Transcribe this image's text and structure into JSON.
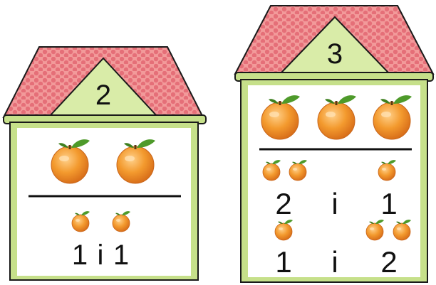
{
  "colors": {
    "roof": "#f29a9a",
    "roof_dots": "#e56f78",
    "wall_frame": "#c6e08a",
    "gable": "#d9eca8",
    "outline": "#1a1a1a",
    "orange": "#f39a2e",
    "leaf": "#4e9a2a"
  },
  "icons": [
    "orange-icon",
    "small-orange-icon"
  ],
  "house_left": {
    "number": "2",
    "top_oranges": 2,
    "split": {
      "left_count": 1,
      "separator": "i",
      "right_count": 1,
      "left": "1",
      "right": "1"
    }
  },
  "house_right": {
    "number": "3",
    "top_oranges": 3,
    "splits": [
      {
        "left_count": 2,
        "separator": "i",
        "right_count": 1,
        "left": "2",
        "right": "1"
      },
      {
        "left_count": 1,
        "separator": "i",
        "right_count": 2,
        "left": "1",
        "right": "2"
      }
    ]
  }
}
